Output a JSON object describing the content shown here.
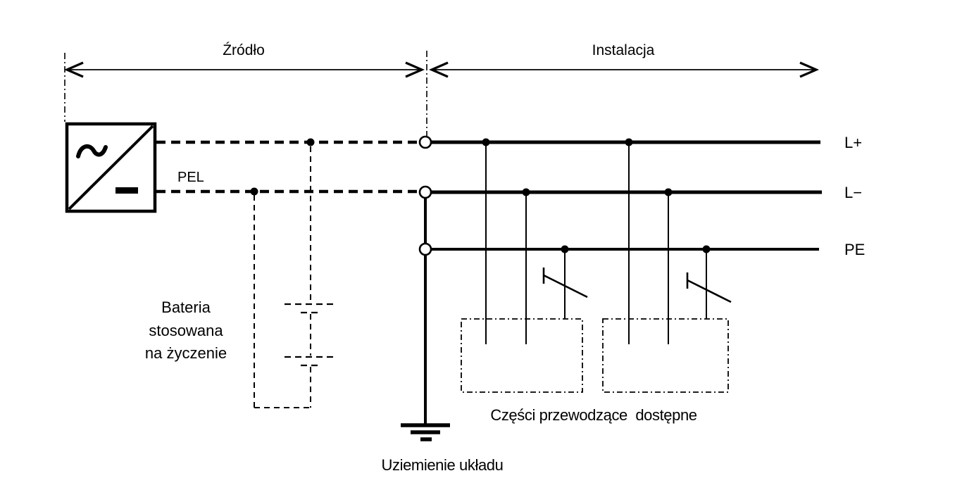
{
  "regions": {
    "source": "Źródło",
    "installation": "Instalacja"
  },
  "conductors": {
    "pel": "PEL",
    "l_plus": "L+",
    "l_minus": "L−",
    "pe": "PE"
  },
  "notes": {
    "battery_line1": "Bateria",
    "battery_line2": "stosowana",
    "battery_line3": "na życzenie",
    "exposed_parts": "Części przewodzące  dostępne",
    "earthing": "Uziemienie układu"
  },
  "colors": {
    "ink": "#000000",
    "background": "#ffffff"
  }
}
